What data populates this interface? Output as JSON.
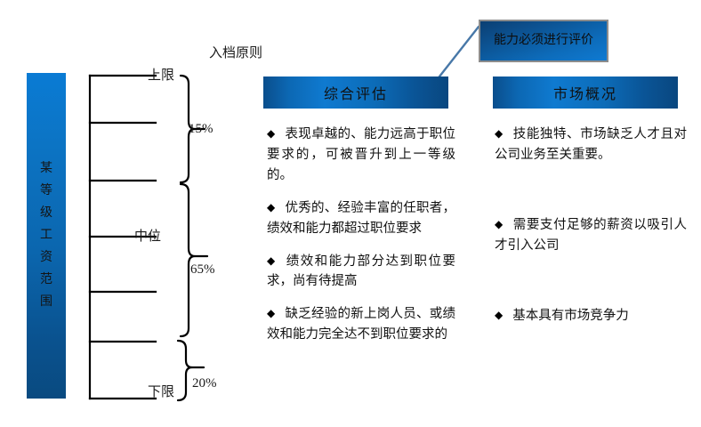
{
  "diagram": {
    "principle_title": "入档原则",
    "range_bar": {
      "name": "某等级工资范围",
      "chars": [
        "某",
        "等",
        "级",
        "工",
        "资",
        "范",
        "围"
      ],
      "color_top": "#0a7bd4",
      "color_bottom": "#094a80"
    },
    "scale": {
      "upper_label": "上限",
      "middle_label": "中位",
      "lower_label": "下限",
      "bands": [
        {
          "label": "15%",
          "value": 15
        },
        {
          "label": "65%",
          "value": 65
        },
        {
          "label": "20%",
          "value": 20
        }
      ]
    },
    "callout": {
      "text": "能力必须进行评价",
      "border_color": "#8c8c8c"
    },
    "columns": [
      {
        "header": "综合评估",
        "bullets": [
          "表现卓越的、能力远高于职位要求的，可被晋升到上一等级的。",
          "优秀的、经验丰富的任职者，绩效和能力都超过职位要求",
          "绩效和能力部分达到职位要求，尚有待提高",
          "缺乏经验的新上岗人员、或绩效和能力完全达不到职位要求的"
        ]
      },
      {
        "header": "市场概况",
        "bullets": [
          "技能独特、市场缺乏人才且对公司业务至关重要。",
          "需要支付足够的薪资以吸引人才引入公司",
          "基本具有市场竞争力"
        ]
      }
    ],
    "bullet_glyph": "◆"
  }
}
